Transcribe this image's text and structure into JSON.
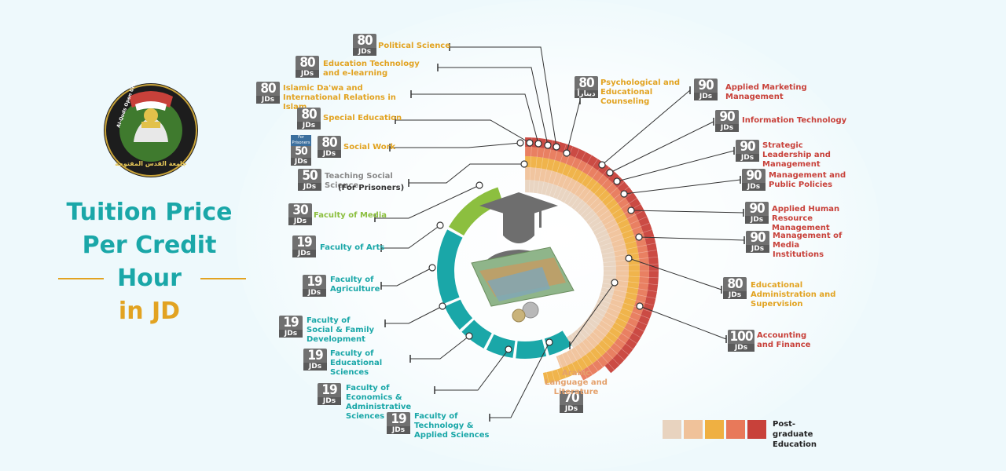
{
  "title": {
    "line1": "Tuition Price",
    "line2": "Per Credit Hour",
    "line3": "in JD"
  },
  "logo": {
    "arabic_text": "جامعة القدس المفتوحة",
    "english_text": "Al-Quds Open University"
  },
  "unit": "JDs",
  "colors": {
    "teal": "#1aa7a8",
    "green": "#8cbf3f",
    "orange": "#e2a321",
    "red": "#c8413a",
    "beige": "#e8d3bf"
  },
  "undergrad": [
    {
      "label": "Faculty of Media",
      "price": "30"
    },
    {
      "label": "Faculty of Arts",
      "price": "19"
    },
    {
      "label": "Faculty of Agriculture",
      "price": "19"
    },
    {
      "label": "Faculty of Social & Family Development",
      "price": "19"
    },
    {
      "label": "Faculty of Educational Sciences",
      "price": "19"
    },
    {
      "label": "Faculty of Economics & Administrative Sciences",
      "price": "19"
    },
    {
      "label": "Faculty of Technology & Applied Sciences",
      "price": "19"
    }
  ],
  "postgrad": [
    {
      "label": "Political Science",
      "price": "80"
    },
    {
      "label": "Education Technology and e-learning",
      "price": "80"
    },
    {
      "label": "Islamic Da'wa and International Relations in Islam",
      "price": "80"
    },
    {
      "label": "Special Education",
      "price": "80"
    },
    {
      "label": "Social Work",
      "price": "80",
      "alt_price": "50",
      "alt_tag": "For Prisoners"
    },
    {
      "label": "Teaching Social Science",
      "note": "(For Prisoners)",
      "price": "50"
    },
    {
      "label": "Psychological and Educational Counseling",
      "price": "80",
      "unit_alt": "ديناراً"
    },
    {
      "label": "Applied Marketing Management",
      "price": "90"
    },
    {
      "label": "Information Technology",
      "price": "90"
    },
    {
      "label": "Strategic Leadership and Management",
      "price": "90"
    },
    {
      "label": "Management and Public Policies",
      "price": "90"
    },
    {
      "label": "Applied Human Resource Management",
      "price": "90"
    },
    {
      "label": "Management of Media Institutions",
      "price": "90"
    },
    {
      "label": "Educational Administration and Supervision",
      "price": "80"
    },
    {
      "label": "Accounting and Finance",
      "price": "100"
    },
    {
      "label": "Arabic Language and Literature",
      "price": "70"
    }
  ],
  "legend": {
    "label": "Post-graduate Education"
  }
}
